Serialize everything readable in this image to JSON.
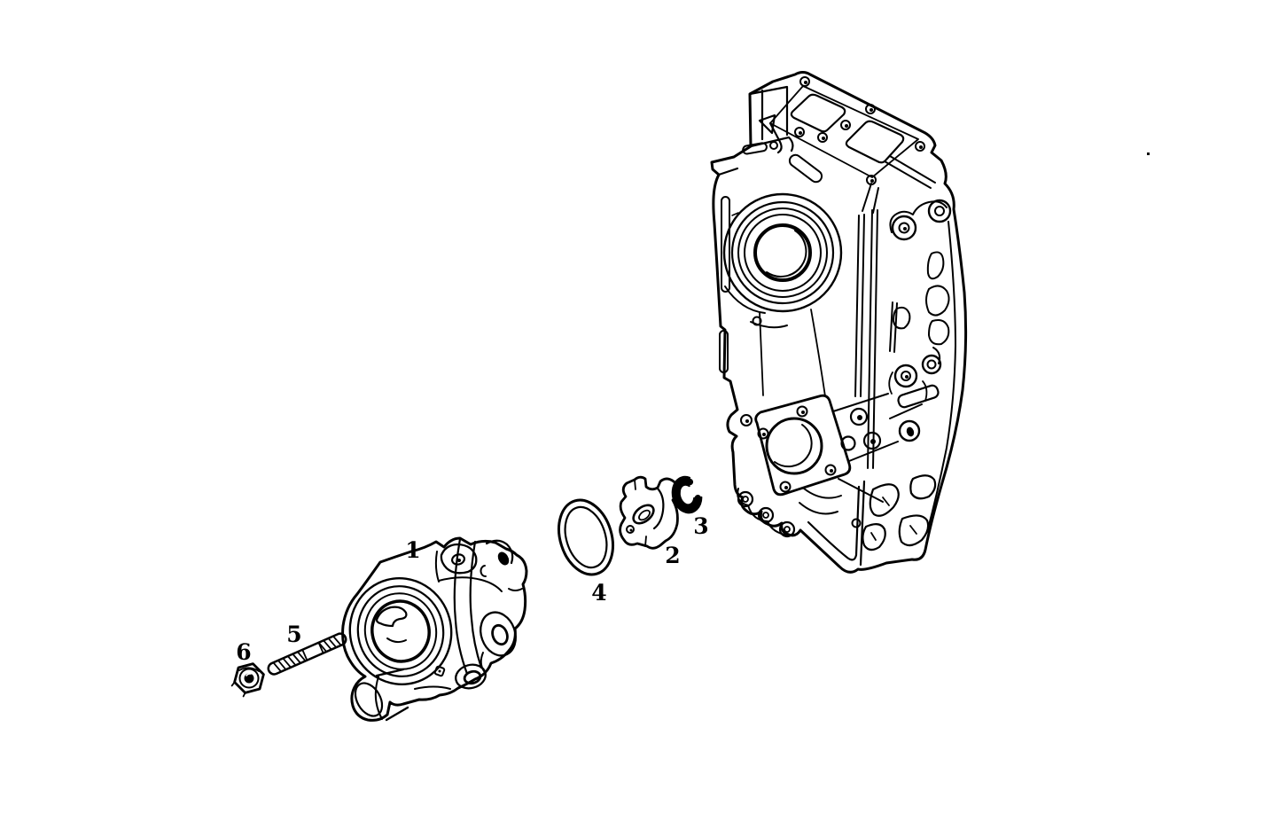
{
  "figure": {
    "background_color": "#ffffff",
    "line_color": "#000000",
    "callouts": [
      {
        "label": "1"
      },
      {
        "label": "2"
      },
      {
        "label": "3"
      },
      {
        "label": "4"
      },
      {
        "label": "5"
      },
      {
        "label": "6"
      }
    ]
  }
}
